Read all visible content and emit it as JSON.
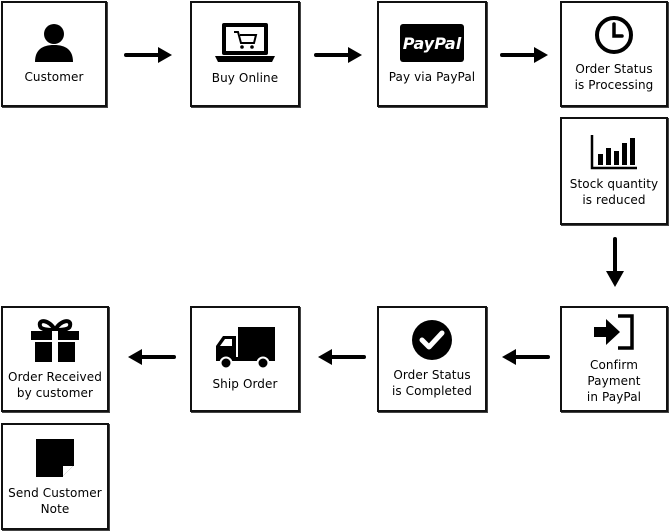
{
  "diagram": {
    "nodes": {
      "customer": {
        "label": "Customer",
        "icon": "user-icon"
      },
      "buy_online": {
        "label": "Buy Online",
        "icon": "laptop-cart-icon"
      },
      "pay_via_paypal": {
        "label": "Pay via PayPal",
        "icon": "paypal-logo-icon",
        "logo_text": "PayPal"
      },
      "order_processing": {
        "label": "Order Status\nis Processing",
        "icon": "clock-icon"
      },
      "stock_reduced": {
        "label": "Stock quantity\nis reduced",
        "icon": "bar-chart-icon"
      },
      "confirm_payment": {
        "label": "Confirm Payment\nin PayPal",
        "icon": "sign-in-icon"
      },
      "order_completed": {
        "label": "Order Status\nis Completed",
        "icon": "check-circle-icon"
      },
      "ship_order": {
        "label": "Ship Order",
        "icon": "truck-icon"
      },
      "order_received": {
        "label": "Order Received\nby customer",
        "icon": "gift-icon"
      },
      "send_note": {
        "label": "Send Customer\nNote",
        "icon": "note-icon"
      }
    },
    "arrows": [
      {
        "from": "customer",
        "to": "buy_online"
      },
      {
        "from": "buy_online",
        "to": "pay_via_paypal"
      },
      {
        "from": "pay_via_paypal",
        "to": "order_processing"
      },
      {
        "from": "stock_reduced",
        "to": "confirm_payment"
      },
      {
        "from": "confirm_payment",
        "to": "order_completed"
      },
      {
        "from": "order_completed",
        "to": "ship_order"
      },
      {
        "from": "ship_order",
        "to": "order_received"
      }
    ],
    "colors": {
      "stroke": "#111111",
      "fill": "#000000",
      "background": "#ffffff"
    }
  }
}
